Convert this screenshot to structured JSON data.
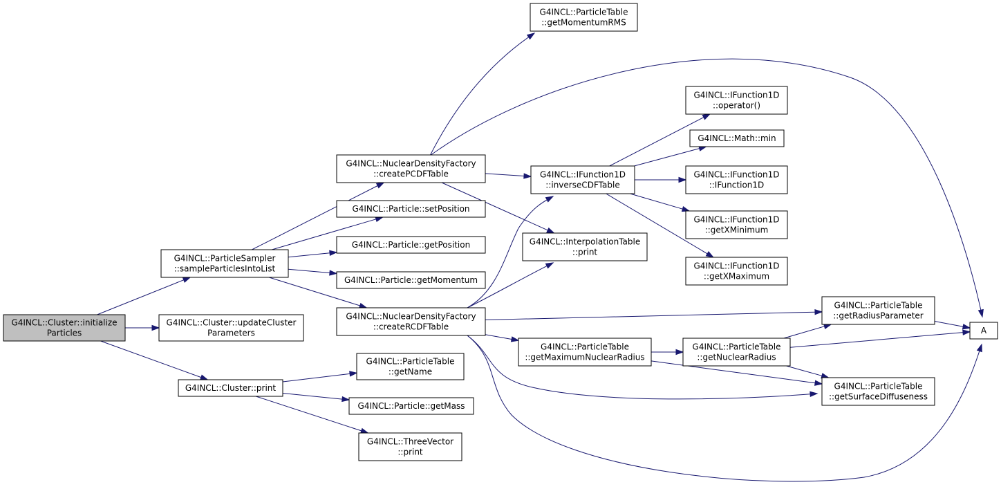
{
  "nodes": [
    {
      "id": "cluster_initialize",
      "name": "node-cluster-initialize-particles",
      "lines": [
        "G4INCL::Cluster::initialize",
        "Particles"
      ],
      "root": true
    },
    {
      "id": "sampler",
      "name": "node-particle-sampler-sample-particles-into-list",
      "lines": [
        "G4INCL::ParticleSampler",
        "::sampleParticlesIntoList"
      ]
    },
    {
      "id": "update_cluster",
      "name": "node-cluster-update-cluster-parameters",
      "lines": [
        "G4INCL::Cluster::updateCluster",
        "Parameters"
      ]
    },
    {
      "id": "cluster_print",
      "name": "node-cluster-print",
      "lines": [
        "G4INCL::Cluster::print"
      ]
    },
    {
      "id": "pcdf",
      "name": "node-nuclear-density-factory-create-pcdf-table",
      "lines": [
        "G4INCL::NuclearDensityFactory",
        "::createPCDFTable"
      ]
    },
    {
      "id": "set_position",
      "name": "node-particle-set-position",
      "lines": [
        "G4INCL::Particle::setPosition"
      ]
    },
    {
      "id": "get_position",
      "name": "node-particle-get-position",
      "lines": [
        "G4INCL::Particle::getPosition"
      ]
    },
    {
      "id": "get_momentum",
      "name": "node-particle-get-momentum",
      "lines": [
        "G4INCL::Particle::getMomentum"
      ]
    },
    {
      "id": "rcdf",
      "name": "node-nuclear-density-factory-create-rcdf-table",
      "lines": [
        "G4INCL::NuclearDensityFactory",
        "::createRCDFTable"
      ]
    },
    {
      "id": "get_name",
      "name": "node-particle-table-get-name",
      "lines": [
        "G4INCL::ParticleTable",
        "::getName"
      ]
    },
    {
      "id": "get_mass",
      "name": "node-particle-get-mass",
      "lines": [
        "G4INCL::Particle::getMass"
      ]
    },
    {
      "id": "threevector_print",
      "name": "node-three-vector-print",
      "lines": [
        "G4INCL::ThreeVector",
        "::print"
      ]
    },
    {
      "id": "momentum_rms",
      "name": "node-particle-table-get-momentum-rms",
      "lines": [
        "G4INCL::ParticleTable",
        "::getMomentumRMS"
      ]
    },
    {
      "id": "inverse_cdf",
      "name": "node-ifunction1d-inverse-cdf-table",
      "lines": [
        "G4INCL::IFunction1D",
        "::inverseCDFTable"
      ]
    },
    {
      "id": "interp_print",
      "name": "node-interpolation-table-print",
      "lines": [
        "G4INCL::InterpolationTable",
        "::print"
      ]
    },
    {
      "id": "max_nuclear_radius",
      "name": "node-particle-table-get-maximum-nuclear-radius",
      "lines": [
        "G4INCL::ParticleTable",
        "::getMaximumNuclearRadius"
      ]
    },
    {
      "id": "operator",
      "name": "node-ifunction1d-operator",
      "lines": [
        "G4INCL::IFunction1D",
        "::operator()"
      ]
    },
    {
      "id": "math_min",
      "name": "node-math-min",
      "lines": [
        "G4INCL::Math::min"
      ]
    },
    {
      "id": "ifunction1d",
      "name": "node-ifunction1d-constructor",
      "lines": [
        "G4INCL::IFunction1D",
        "::IFunction1D"
      ]
    },
    {
      "id": "get_x_min",
      "name": "node-ifunction1d-get-x-minimum",
      "lines": [
        "G4INCL::IFunction1D",
        "::getXMinimum"
      ]
    },
    {
      "id": "get_x_max",
      "name": "node-ifunction1d-get-x-maximum",
      "lines": [
        "G4INCL::IFunction1D",
        "::getXMaximum"
      ]
    },
    {
      "id": "nuclear_radius",
      "name": "node-particle-table-get-nuclear-radius",
      "lines": [
        "G4INCL::ParticleTable",
        "::getNuclearRadius"
      ]
    },
    {
      "id": "radius_param",
      "name": "node-particle-table-get-radius-parameter",
      "lines": [
        "G4INCL::ParticleTable",
        "::getRadiusParameter"
      ]
    },
    {
      "id": "surface_diff",
      "name": "node-particle-table-get-surface-diffuseness",
      "lines": [
        "G4INCL::ParticleTable",
        "::getSurfaceDiffuseness"
      ]
    },
    {
      "id": "A",
      "name": "node-a",
      "lines": [
        "A"
      ]
    }
  ],
  "edges": [
    {
      "from": "cluster_initialize",
      "to": "sampler"
    },
    {
      "from": "cluster_initialize",
      "to": "update_cluster"
    },
    {
      "from": "cluster_initialize",
      "to": "cluster_print"
    },
    {
      "from": "sampler",
      "to": "pcdf"
    },
    {
      "from": "sampler",
      "to": "set_position"
    },
    {
      "from": "sampler",
      "to": "get_position"
    },
    {
      "from": "sampler",
      "to": "get_momentum"
    },
    {
      "from": "sampler",
      "to": "rcdf"
    },
    {
      "from": "cluster_print",
      "to": "get_name"
    },
    {
      "from": "cluster_print",
      "to": "get_mass"
    },
    {
      "from": "cluster_print",
      "to": "threevector_print"
    },
    {
      "from": "pcdf",
      "to": "momentum_rms"
    },
    {
      "from": "pcdf",
      "to": "A"
    },
    {
      "from": "pcdf",
      "to": "inverse_cdf"
    },
    {
      "from": "pcdf",
      "to": "interp_print"
    },
    {
      "from": "rcdf",
      "to": "inverse_cdf"
    },
    {
      "from": "rcdf",
      "to": "interp_print"
    },
    {
      "from": "rcdf",
      "to": "radius_param"
    },
    {
      "from": "rcdf",
      "to": "max_nuclear_radius"
    },
    {
      "from": "rcdf",
      "to": "surface_diff"
    },
    {
      "from": "rcdf",
      "to": "A"
    },
    {
      "from": "inverse_cdf",
      "to": "operator"
    },
    {
      "from": "inverse_cdf",
      "to": "math_min"
    },
    {
      "from": "inverse_cdf",
      "to": "ifunction1d"
    },
    {
      "from": "inverse_cdf",
      "to": "get_x_min"
    },
    {
      "from": "inverse_cdf",
      "to": "get_x_max"
    },
    {
      "from": "max_nuclear_radius",
      "to": "nuclear_radius"
    },
    {
      "from": "max_nuclear_radius",
      "to": "surface_diff"
    },
    {
      "from": "nuclear_radius",
      "to": "radius_param"
    },
    {
      "from": "nuclear_radius",
      "to": "A"
    },
    {
      "from": "nuclear_radius",
      "to": "surface_diff"
    },
    {
      "from": "radius_param",
      "to": "A"
    }
  ]
}
